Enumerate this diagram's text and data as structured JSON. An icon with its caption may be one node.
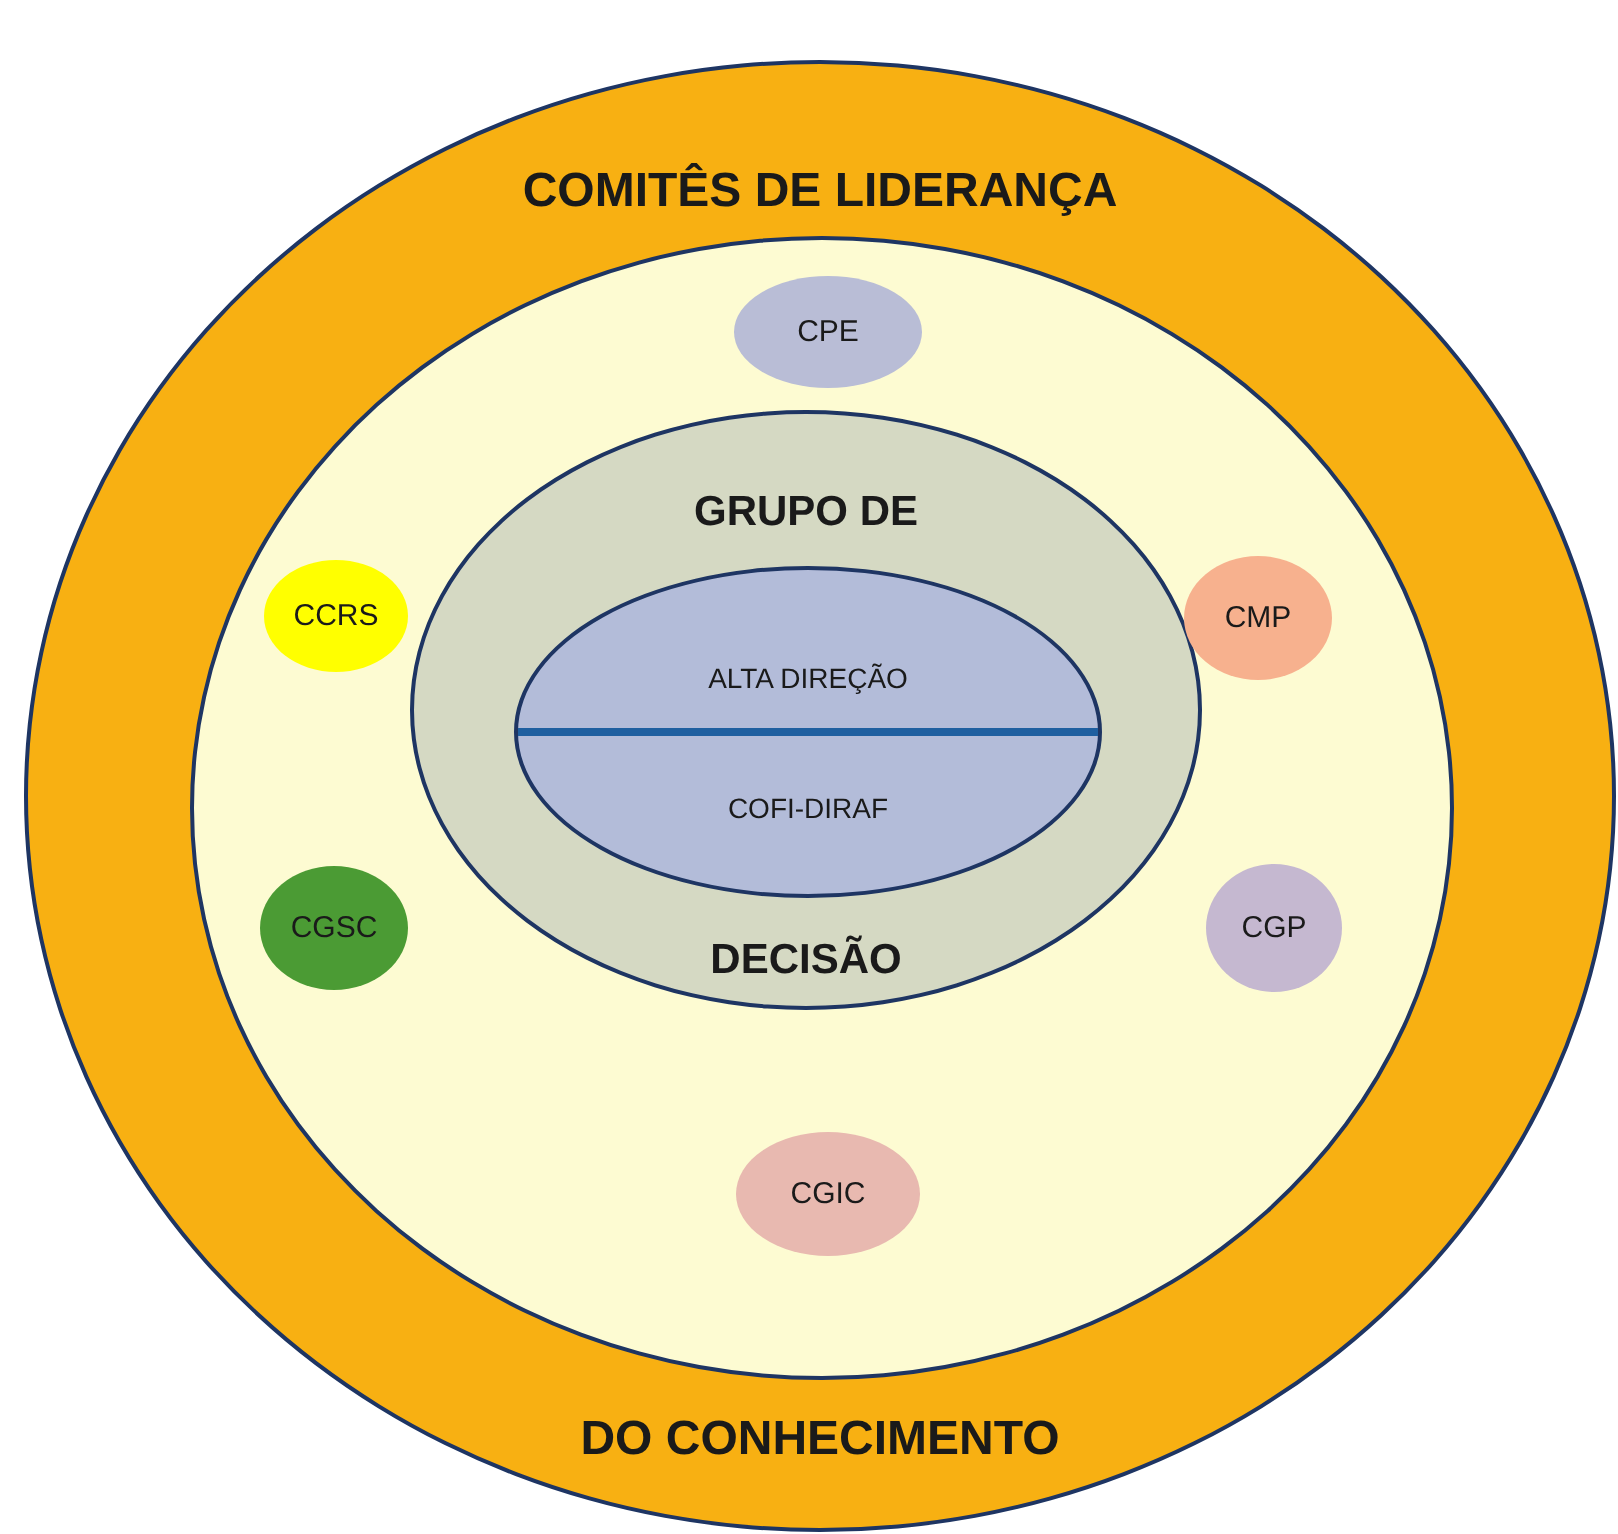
{
  "diagram": {
    "nodes": [
      {
        "text": [
          "COMITÊS DE LIDERANÇA",
          "DO CONHECIMENTO"
        ]
      },
      {
        "text": [],
        "shape": "circle",
        "in": 0
      },
      {
        "text": [
          "CPE"
        ],
        "in": 1
      },
      {
        "text": [
          "GRUPO DE",
          "DECISÃO"
        ],
        "in": 1
      },
      {
        "text": [
          "ALTA DIREÇÃO",
          "COFI-DIRAF"
        ],
        "in": 3
      },
      {
        "text": [
          "CCRS"
        ],
        "in": 1
      },
      {
        "text": [
          "CMP"
        ],
        "in": 1
      },
      {
        "text": [
          "CGSC"
        ],
        "in": 1
      },
      {
        "text": [
          "CGP"
        ],
        "in": 1
      },
      {
        "text": [
          "CGIC"
        ],
        "in": 1
      }
    ]
  }
}
